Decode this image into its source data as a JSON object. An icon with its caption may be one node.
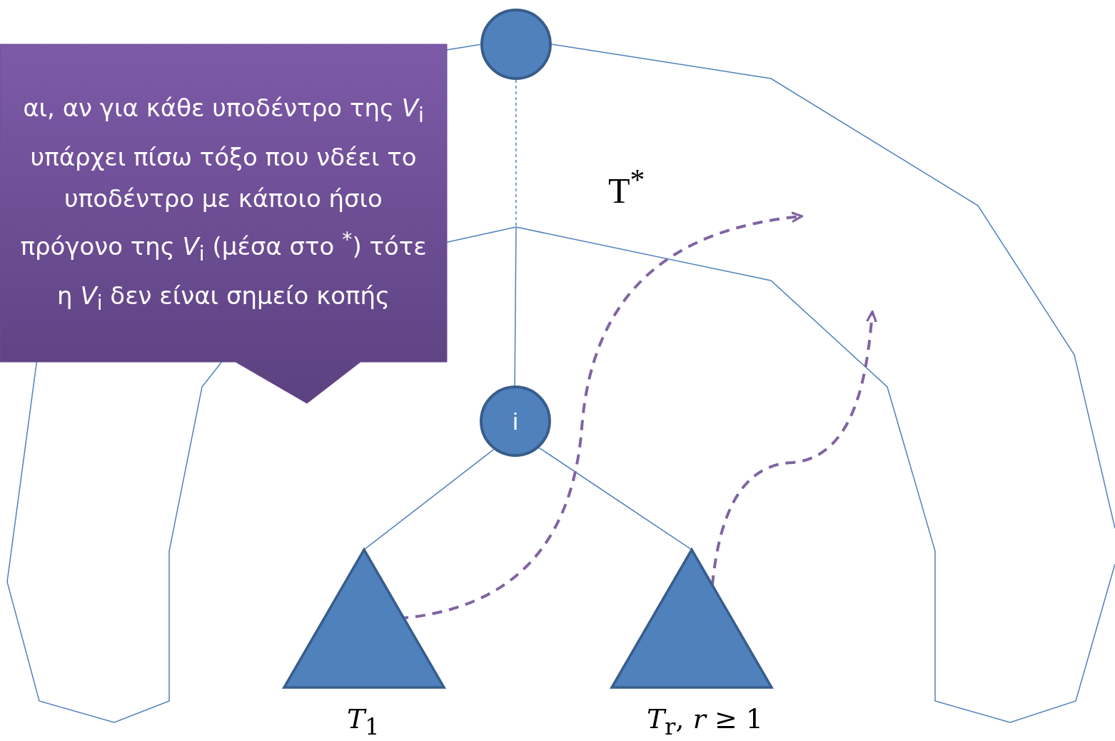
{
  "diagram": {
    "nodes": [
      {
        "text": [],
        "shape": "circle"
      },
      {
        "text": [
          "i"
        ]
      },
      {
        "text": [],
        "shape": "triangle",
        "beside": [
          "*T*$_{1}$"
        ]
      },
      {
        "text": [],
        "shape": "triangle",
        "beside": [
          "*T*$_{r}$, *r* ≥ 1"
        ]
      },
      {
        "text": [
          "αι, αν για κάθε υποδέντρο της *V*$_{i}$ υπάρχει πίσω τόξο που νδέει το υποδέντρο με κάποιο ήσιο πρόγονο της *V*$_{i}$ (μέσα στο $^{*}$) τότε η *V*$_{i}$ δεν είναι σημείο κοπής"
        ]
      }
    ],
    "edges": [
      {
        "from": 0,
        "to": 1,
        "arrow": "none"
      },
      {
        "from": 1,
        "to": 2,
        "arrow": "none"
      },
      {
        "from": 1,
        "to": 3,
        "arrow": "none"
      },
      {
        "from": 2,
        "to": null,
        "arrow": "to",
        "style": "dashed",
        "color": "#8064a2"
      },
      {
        "from": 3,
        "to": null,
        "arrow": "to",
        "style": "dashed",
        "color": "#8064a2"
      }
    ],
    "labels": [
      "T$^{*}$"
    ]
  }
}
